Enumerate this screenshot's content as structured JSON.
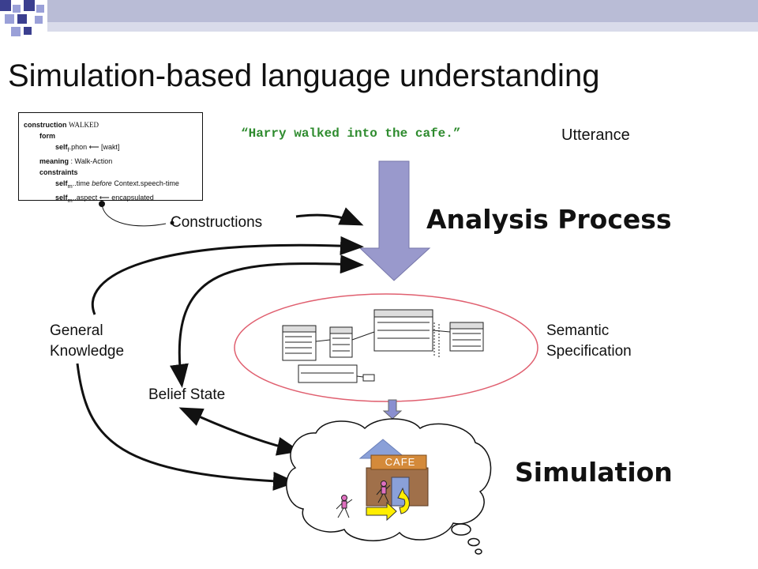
{
  "slide": {
    "title": "Simulation-based language understanding",
    "utterance": "“Harry walked into the cafe.”",
    "utterance_label": "Utterance",
    "analysis_process": "Analysis Process",
    "simulation": "Simulation",
    "constructions": "Constructions",
    "general_knowledge": [
      "General",
      "Knowledge"
    ],
    "belief_state": "Belief State",
    "semantic_specification": [
      "Semantic",
      "Specification"
    ],
    "cafe": "CAFE"
  },
  "construction_box": {
    "keyword": "construction",
    "name": "WALKED",
    "form": "form",
    "self_f": "self",
    "self_f_sub": "f",
    "phon": ".phon",
    "phon_value": "[wakt]",
    "meaning": "meaning",
    "meaning_value": ": Walk-Action",
    "constraints": "constraints",
    "self_m": "self",
    "self_m_sub": "m",
    "time": "..time",
    "before": "before",
    "context": "Context.speech-time",
    "aspect": "..aspect",
    "encapsulated": "encapsulated"
  },
  "colors": {
    "arrow_fill": "#9999cc",
    "ellipse": "#e06070",
    "utterance": "#2e8b2e",
    "cafe_wall": "#a0704a",
    "cafe_sign": "#d48a3a",
    "door": "#8aa0d8",
    "person": "#e070c0",
    "yellow_arrow": "#ffee00"
  }
}
